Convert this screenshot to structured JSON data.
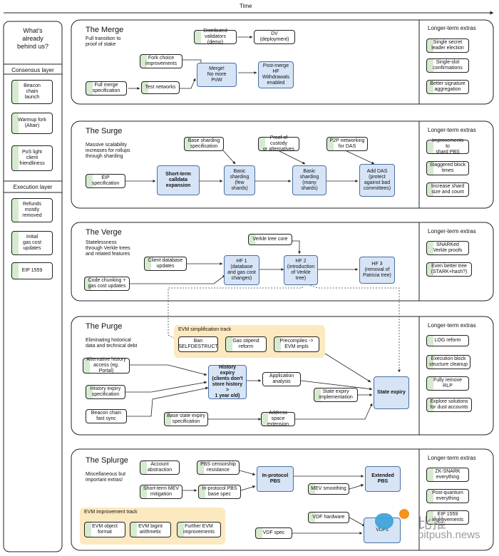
{
  "time_label": "Time",
  "left_panel": {
    "title": "What's\nalready\nbehind us?",
    "consensus": {
      "title": "Consensus layer",
      "items": [
        "Beacon\nchain\nlaunch",
        "Warmup fork\n(Altair)",
        "PoS light\nclient\nfriendliness"
      ]
    },
    "execution": {
      "title": "Execution layer",
      "items": [
        "Refunds\nmostly\nremoved",
        "Initial\ngas cost\nupdates",
        "EIP 1559"
      ]
    }
  },
  "sections": [
    {
      "title": "The Merge",
      "subtitle": "Full transition to\nproof of stake",
      "extras_title": "Longer-term extras",
      "extras": [
        "Single secret\nleader election",
        "Single-slot\nconfirmations",
        "Better signature\naggregation"
      ],
      "nodes": [
        "Distributed\nvalidators (demo)",
        "DV\n(deployment)",
        "Fork choice\nimprovements",
        "Merge!\nNo more\nPoW",
        "Post-merge\nHF\nWithdrawals\nenabled",
        "Full merge\nspecification",
        "Test networks"
      ]
    },
    {
      "title": "The Surge",
      "subtitle": "Massive scalability\nincreases for rollups\nthrough sharding",
      "extras_title": "Longer-term extras",
      "extras": [
        "Improvements to\nshard PBS",
        "Staggered block\ntimes",
        "Increase shard\nsize and count"
      ],
      "nodes": [
        "Base sharding\nspecification",
        "Proof of custody\nor alternatives",
        "P2P networking\nfor DAS",
        "EIP\nspecification",
        "Short-term\ncalldata\nexpansion",
        "Basic\nsharding\n(few shards)",
        "Basic\nsharding\n(many\nshards)",
        "Add DAS\n(protect\nagainst bad\ncommittees)"
      ]
    },
    {
      "title": "The Verge",
      "subtitle": "Statelessness\nthrough Verkle trees\nand related features",
      "extras_title": "Longer-term extras",
      "extras": [
        "SNARKed\nVerkle proofs",
        "Even better tree\n(STARK+hash?)"
      ],
      "nodes": [
        "Verkle tree core",
        "Client database\nupdates",
        "HF 1\n(database\nand gas cost\nchanges)",
        "HF 2\n(introduction\nof Verkle\ntree)",
        "HF 3\n(removal of\nPatricia tree)",
        "Code chunking +\ngas cost updates"
      ]
    },
    {
      "title": "The Purge",
      "subtitle": "Eliminating historical\ndata and technical debt",
      "extras_title": "Longer-term extras",
      "extras": [
        "LOG reform",
        "Execution block\nstructure cleanup",
        "Fully remove\nRLP",
        "Explore solutions\nfor dust accounts"
      ],
      "track_title": "EVM simplification track",
      "track_nodes": [
        "Ban\nSELFDESTRUCT",
        "Gas stipend\nreform",
        "Precompiles ->\nEVM impls"
      ],
      "nodes": [
        "Alternative history\naccess (eg. Portal)",
        "History\nexpiry\n(clients don't\nstore history >\n1 year old)",
        "Application\nanalysis",
        "History expiry\nspecification",
        "State expiry\nimplementation",
        "State expiry",
        "Beacon chain\nfast sync",
        "Base state expiry\nspecification",
        "Address space\nextension"
      ]
    },
    {
      "title": "The Splurge",
      "subtitle": "Miscellaneous but\nimportant extras!",
      "extras_title": "Longer-term extras",
      "extras": [
        "ZK-SNARK\neverything",
        "Post-quantum\neverything",
        "EIP 1559\nimprovements"
      ],
      "track_title": "EVM improvement track",
      "track_nodes": [
        "EVM object\nformat",
        "EVM bigint\narithmetic",
        "Further EVM\nimprovements"
      ],
      "nodes": [
        "Account\nabstraction",
        "PBS censorship\nresistance",
        "In-protocol\nPBS",
        "Extended\nPBS",
        "Short-term MEV\nmitigation",
        "In-protocol PBS\nbase spec",
        "MEV smoothing",
        "VDF hardware",
        "VDFs",
        "VDF spec"
      ]
    }
  ],
  "watermark": {
    "cn": "比推",
    "en": "bitpush.news"
  },
  "colors": {
    "spec_green": "#d6ead0",
    "key_blue": "#d6e4f6",
    "track_yellow": "#fde9bf",
    "line": "#222222"
  }
}
